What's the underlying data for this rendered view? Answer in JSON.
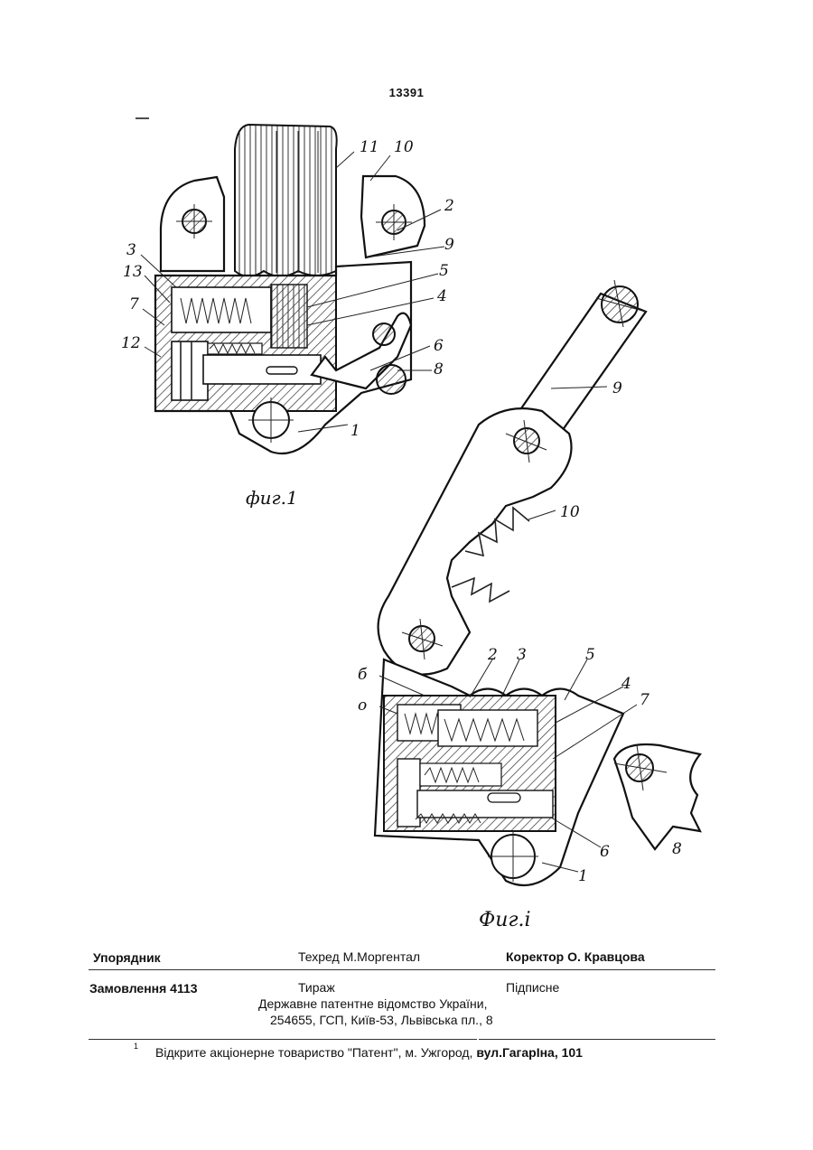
{
  "page_number": "13391",
  "figure1": {
    "caption": "фиг.1",
    "labels": [
      "11",
      "10",
      "2",
      "9",
      "5",
      "4",
      "6",
      "8",
      "3",
      "13",
      "7",
      "12",
      "1"
    ]
  },
  "figure2": {
    "caption": "Фиг.i",
    "labels": [
      "9",
      "10",
      "б",
      "о",
      "2",
      "3",
      "5",
      "4",
      "7",
      "8",
      "6",
      "1"
    ]
  },
  "footer": {
    "compiler_label": "Упорядник",
    "tech_editor": "Техред М.Моргентал",
    "proofreader": "Коректор О. Кравцова",
    "order": "Замовлення 4113",
    "circulation": "Тираж",
    "subscription": "Підписне",
    "office_line1": "Державне патентне відомство України,",
    "office_line2": "254655, ГСП, Київ-53, Львівська пл., 8",
    "footnote_mark": "1",
    "publisher_plain": "Відкрите акціонерне товариство \"Патент\", м. Ужгород, ",
    "publisher_bold": "вул.ГагарІна, 101"
  }
}
